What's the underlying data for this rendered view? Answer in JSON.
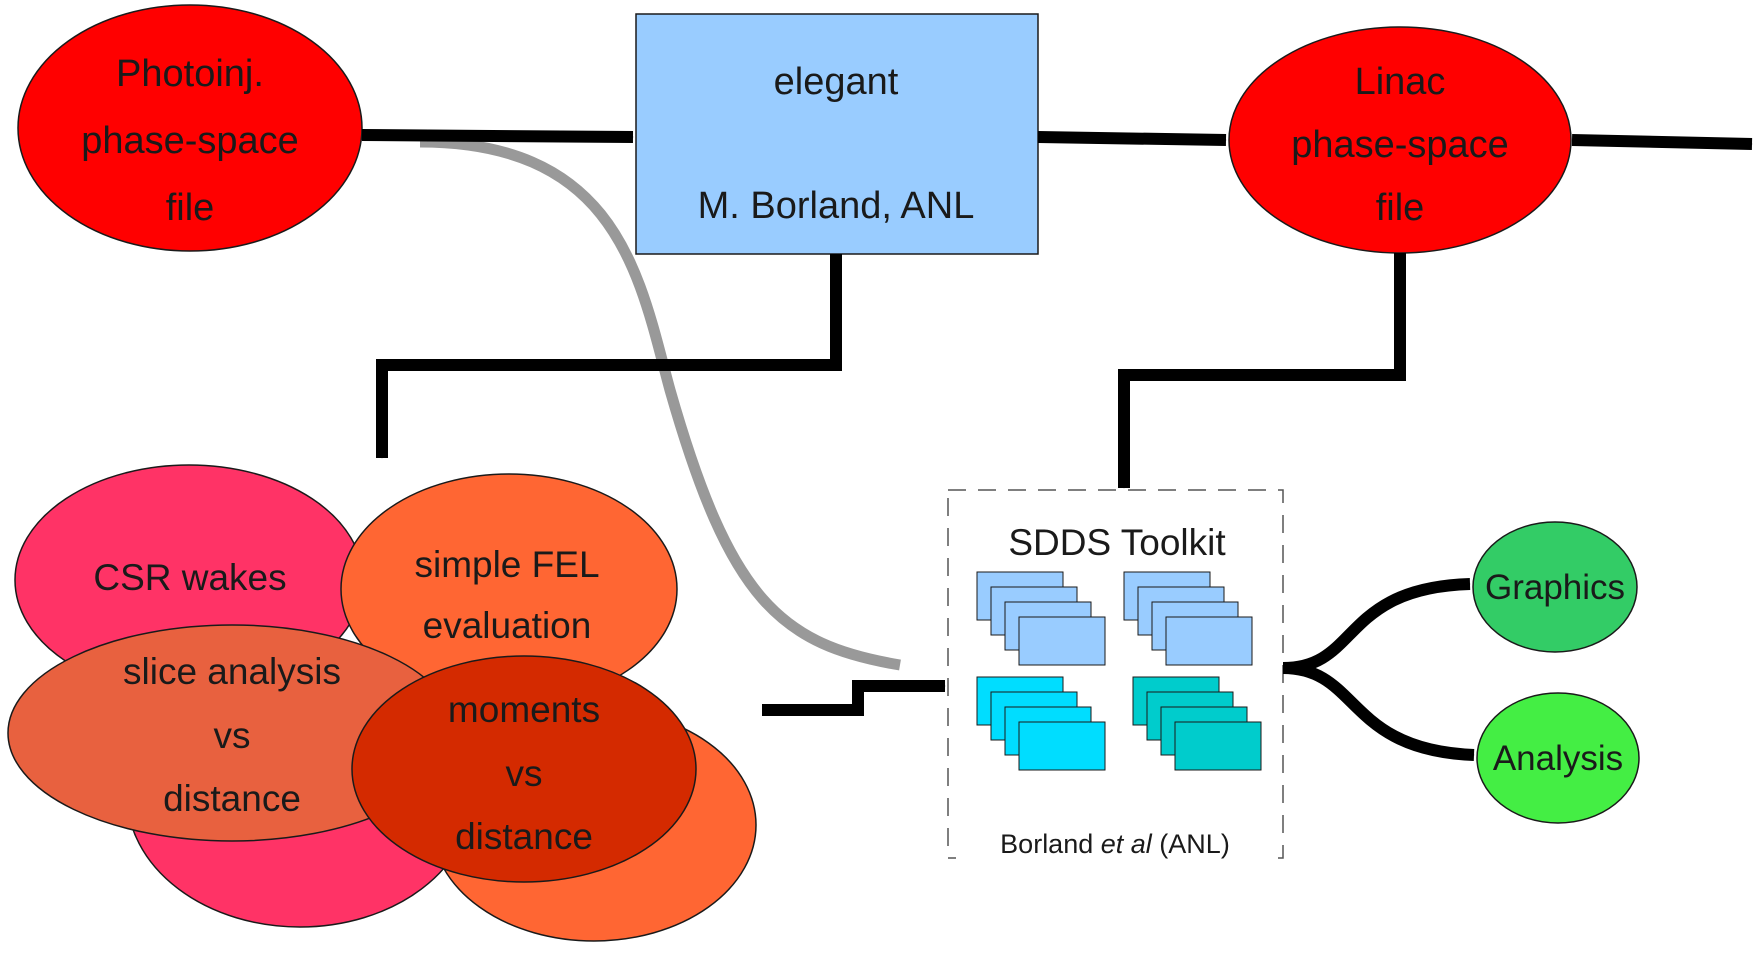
{
  "nodes": {
    "photoinjector": {
      "line1": "Photoinj.",
      "line2": "phase-space",
      "line3": "file",
      "fill": "#ff0000"
    },
    "elegant": {
      "title": "elegant",
      "subtitle": "M. Borland, ANL",
      "fill": "#99ccff"
    },
    "linac": {
      "line1": "Linac",
      "line2": "phase-space",
      "line3": "file",
      "fill": "#ff0000"
    },
    "csr_wakes": {
      "label": "CSR wakes",
      "fill": "#ff3366"
    },
    "simple_fel": {
      "line1": "simple FEL",
      "line2": "evaluation",
      "fill": "#ff6633"
    },
    "slice_analysis": {
      "line1": "slice analysis",
      "line2": "vs",
      "line3": "distance",
      "fill": "#e8613f"
    },
    "moments": {
      "line1": "moments",
      "line2": "vs",
      "line3": "distance",
      "fill": "#d42a00"
    },
    "sdds": {
      "title": "SDDS Toolkit",
      "credit_pre": "Borland ",
      "credit_em": "et al",
      "credit_post": " (ANL)",
      "doc_colors": [
        "#99ccff",
        "#00ddff",
        "#00cccc"
      ]
    },
    "graphics": {
      "label": "Graphics",
      "fill": "#33cc66"
    },
    "analysis": {
      "label": "Analysis",
      "fill": "#44ee44"
    }
  },
  "connectors": {
    "main_color": "#000000",
    "bypass_color": "#999999"
  }
}
